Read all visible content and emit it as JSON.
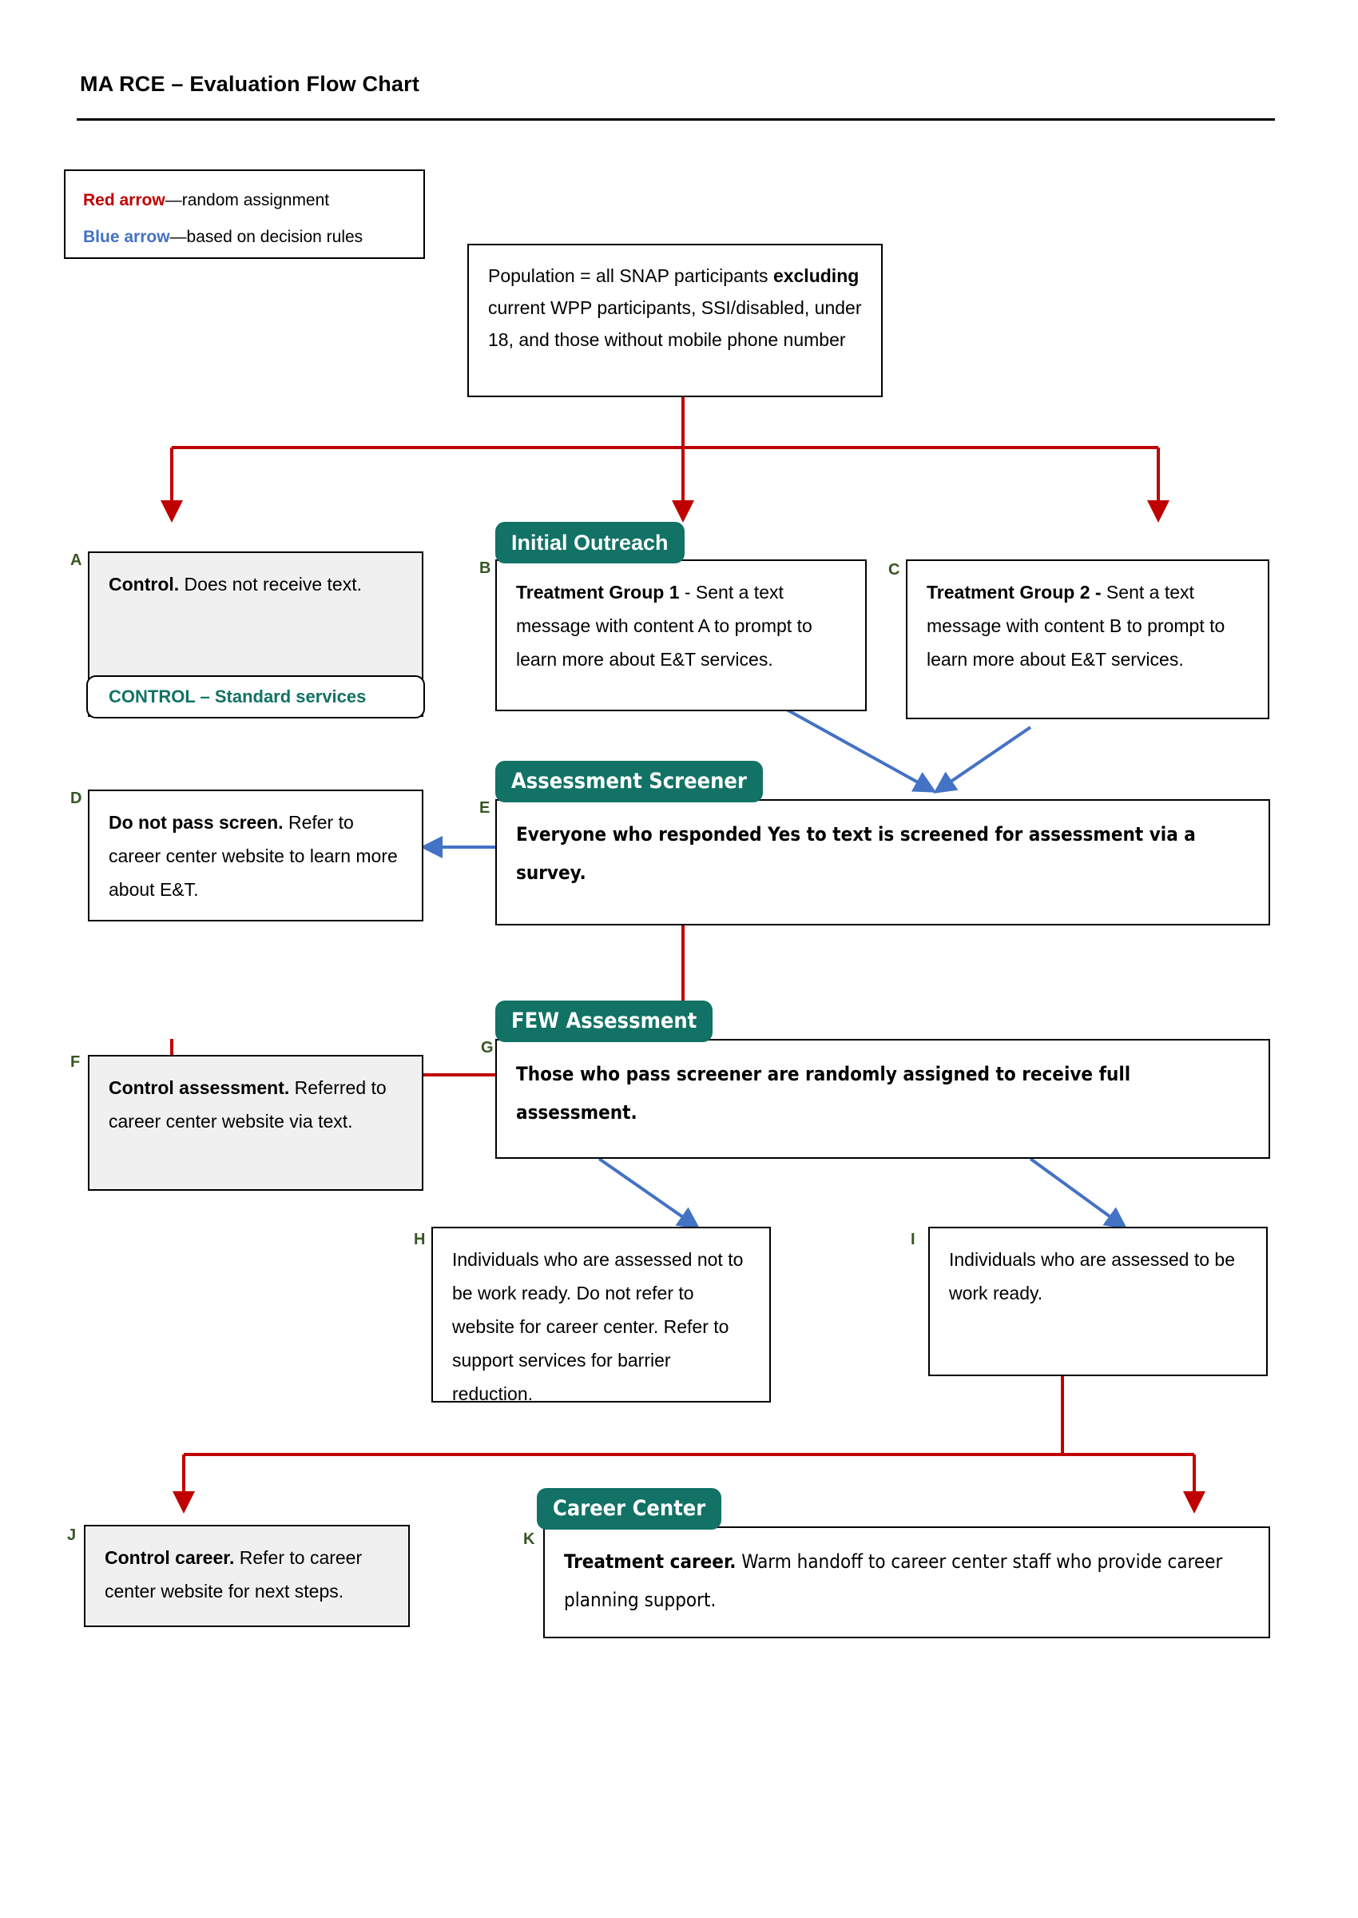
{
  "header": {
    "title": "MA RCE – Evaluation Flow Chart"
  },
  "legend": {
    "red_key": "Red arrow",
    "red_text": "—random assignment",
    "blue_key": "Blue arrow",
    "blue_text": "—based on decision rules",
    "red_color": "#C00000",
    "blue_color": "#4472C4"
  },
  "theme": {
    "teal": "#117265",
    "red_arrow": "#C00000",
    "blue_arrow": "#4472C4",
    "letter_color": "#375623",
    "gray_fill": "#F0F0F0"
  },
  "population": {
    "text_1": "Population = all SNAP participants ",
    "bold": "excluding",
    "text_2": " current WPP participants, SSI/disabled, under 18, and those without mobile phone number"
  },
  "pills": [
    {
      "id": "initial-outreach",
      "label": "Initial Outreach"
    },
    {
      "id": "assessment-screener",
      "label": "Assessment Screener"
    },
    {
      "id": "few-assessment",
      "label": "FEW Assessment"
    },
    {
      "id": "career-center",
      "label": "Career Center"
    }
  ],
  "nodes": {
    "A": {
      "letter": "A",
      "bold": "Control.",
      "text": " Does not receive text.",
      "chip": "CONTROL – Standard services"
    },
    "B": {
      "letter": "B",
      "bold": "Treatment Group 1",
      "text": " - Sent a text message with content A to prompt to learn more about E&T services."
    },
    "C": {
      "letter": "C",
      "bold": "Treatment Group 2 -",
      "text": " Sent a text message with content B to prompt to learn more about E&T services."
    },
    "D": {
      "letter": "D",
      "bold": "Do not pass screen.",
      "text": " Refer to career center website to learn more about E&T."
    },
    "E": {
      "letter": "E",
      "bold": "",
      "text": "Everyone who responded Yes to text is screened for assessment via a survey."
    },
    "F": {
      "letter": "F",
      "bold": "Control assessment.",
      "text": " Referred to career center website via text."
    },
    "G": {
      "letter": "G",
      "bold": "",
      "text": "Those who pass screener are randomly assigned to receive full assessment."
    },
    "H": {
      "letter": "H",
      "bold": "",
      "text": "Individuals who are assessed not to be work ready. Do not refer to website for career center. Refer to support services for barrier reduction."
    },
    "I": {
      "letter": "I",
      "bold": "",
      "text": "Individuals who are assessed to be work ready."
    },
    "J": {
      "letter": "J",
      "bold": "Control career.",
      "text": " Refer to career center website for next steps."
    },
    "K": {
      "letter": "K",
      "bold": "Treatment career.",
      "text": " Warm handoff to career center staff who provide career planning support."
    }
  }
}
